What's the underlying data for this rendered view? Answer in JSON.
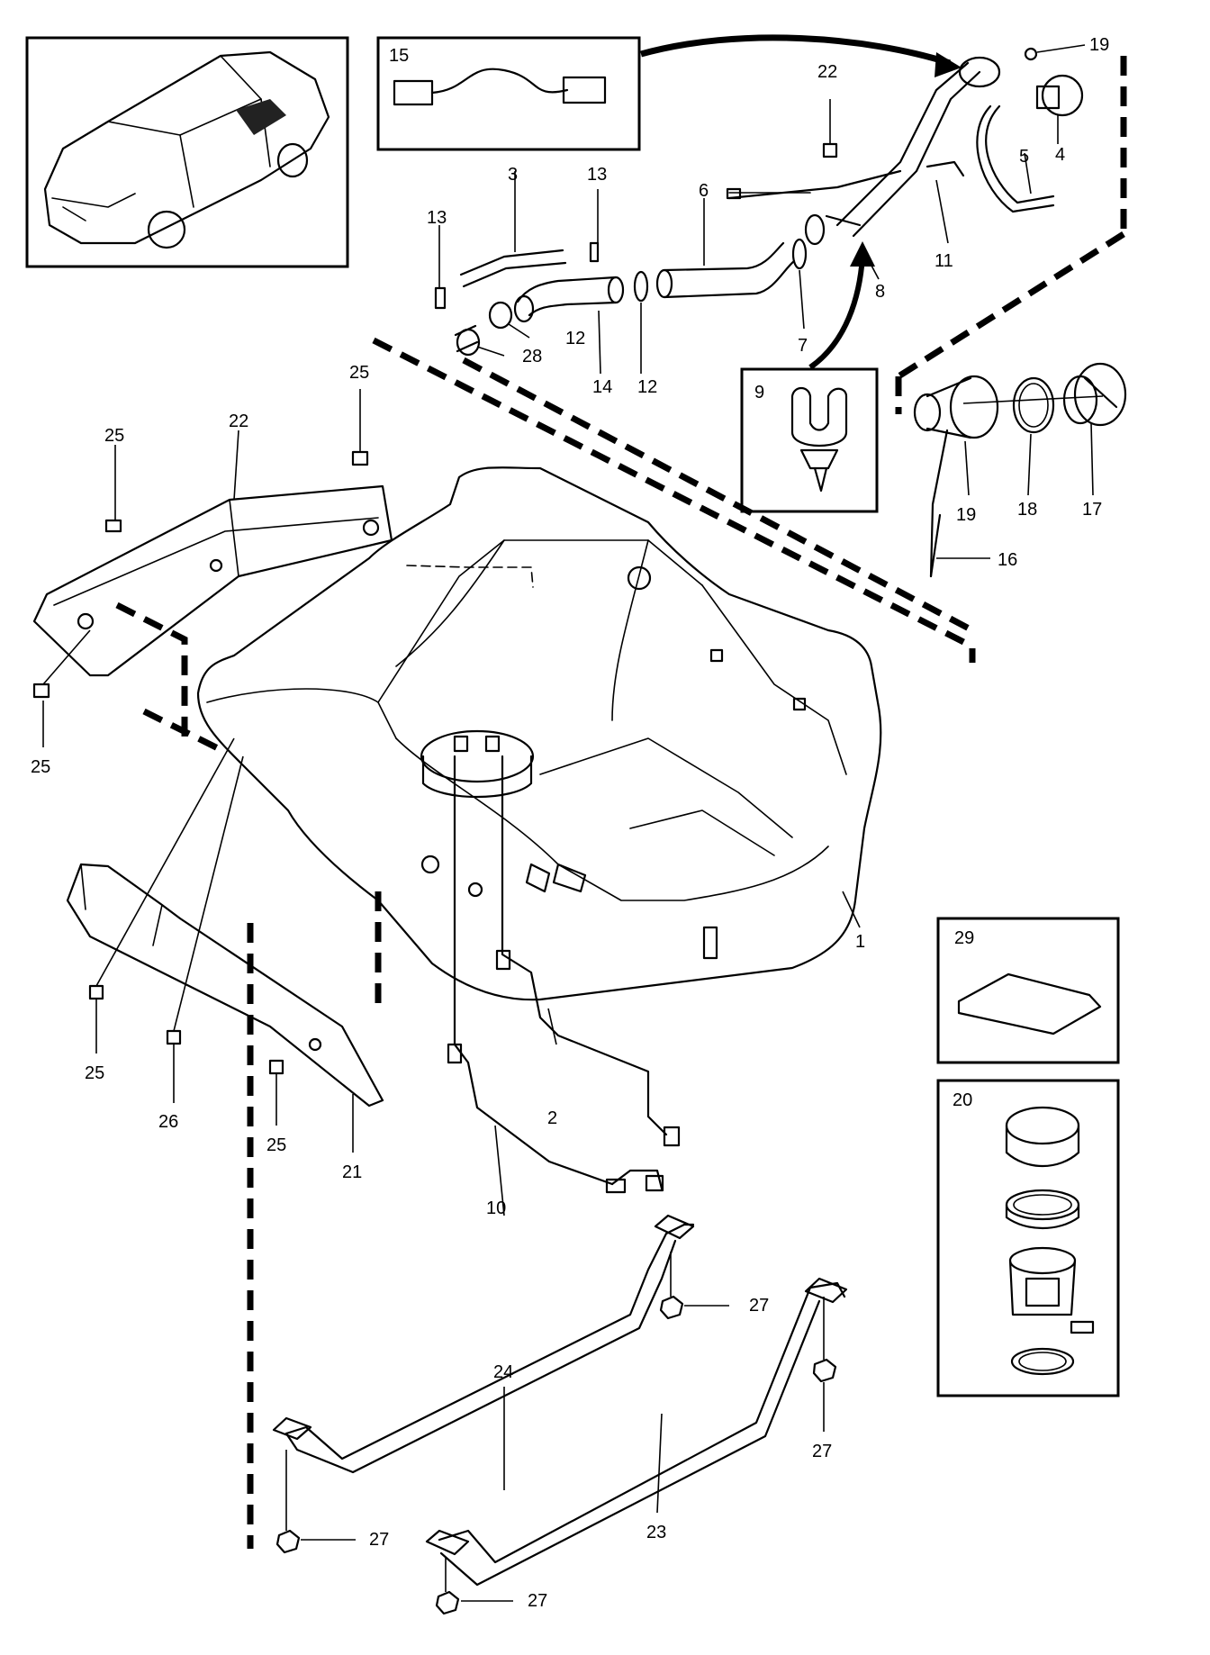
{
  "callouts": {
    "c1": "1",
    "c2": "2",
    "c3": "3",
    "c4": "4",
    "c5": "5",
    "c6": "6",
    "c7": "7",
    "c8": "8",
    "c9": "9",
    "c10": "10",
    "c11": "11",
    "c12a": "12",
    "c12b": "12",
    "c13a": "13",
    "c13b": "13",
    "c14": "14",
    "c15": "15",
    "c16": "16",
    "c17": "17",
    "c18": "18",
    "c19a": "19",
    "c19b": "19",
    "c20": "20",
    "c21": "21",
    "c22a": "22",
    "c22b": "22",
    "c23": "23",
    "c24": "24",
    "c25a": "25",
    "c25b": "25",
    "c25c": "25",
    "c25d": "25",
    "c25e": "25",
    "c26": "26",
    "c27a": "27",
    "c27b": "27",
    "c27c": "27",
    "c27d": "27",
    "c28": "28",
    "c29": "29"
  },
  "icons": {
    "locator": "car-location-icon"
  }
}
